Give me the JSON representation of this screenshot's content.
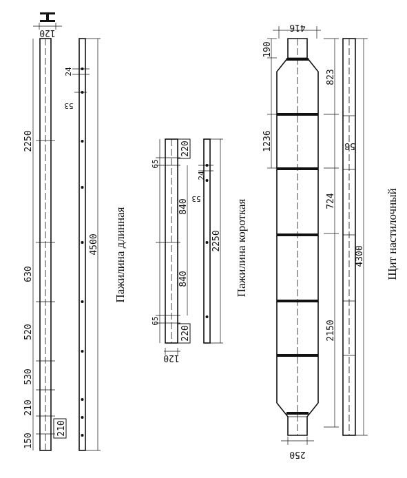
{
  "captions": {
    "long_beam": "Пажилина длинная",
    "short_beam": "Пажилина короткая",
    "deck_panel": "Щит настилочный"
  },
  "long_beam": {
    "width": "120",
    "total_length": "4500",
    "half_length": "2250",
    "segments": [
      "630",
      "520",
      "530",
      "210",
      "150"
    ],
    "end_block": "210",
    "hole_spacing": "24",
    "hole_offset": "53"
  },
  "short_beam": {
    "width": "120",
    "end_top": "65",
    "end_bottom": "65",
    "block_top": "220",
    "block_bottom": "220",
    "mid_top": "840",
    "mid_bottom": "840",
    "length": "2250",
    "hole_spacing": "24",
    "hole_offset": "53"
  },
  "deck_panel": {
    "top_width": "416",
    "bottom_width": "250",
    "end_top": "190",
    "taper": "823",
    "board_spacing": "1236",
    "thickness": "58",
    "middle": "724",
    "lower": "2150",
    "total_length": "4300"
  }
}
